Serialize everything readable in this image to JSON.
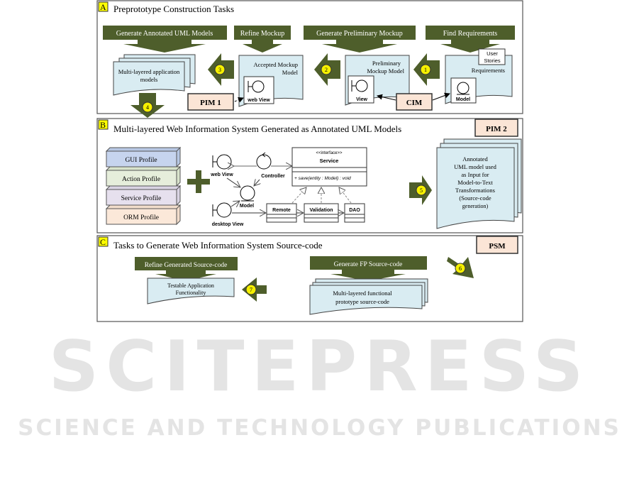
{
  "watermark": {
    "main": "SCITEPRESS",
    "sub": "SCIENCE AND TECHNOLOGY PUBLICATIONS"
  },
  "colors": {
    "task_green": "#4e5e2b",
    "doc_blue": "#d9ecf2",
    "step_yellow": "#f5f000",
    "box_peach": "#fbe5d6",
    "label_yellow": "#ffff00"
  },
  "panel_a": {
    "letter": "A",
    "title": "Preprototype Construction Tasks",
    "tasks": [
      "Generate Annotated UML Models",
      "Refine Mockup",
      "Generate Preliminary Mockup",
      "Find Requirements"
    ],
    "docs": {
      "multi_1": "Multi-layered application",
      "multi_2": "models",
      "accepted_1": "Accepted Mockup",
      "accepted_2": "Model",
      "prelim_1": "Preliminary",
      "prelim_2": "Mockup Model",
      "req": "Requirements",
      "user_stories_1": "User",
      "user_stories_2": "Stories"
    },
    "icons": {
      "web_view": "web View",
      "view": "View",
      "model": "Model"
    },
    "pim1": "PIM 1",
    "cim": "CIM",
    "steps": [
      "1",
      "2",
      "3",
      "4"
    ]
  },
  "panel_b": {
    "letter": "B",
    "title": "Multi-layered Web Information System Generated as Annotated UML Models",
    "pim2": "PIM 2",
    "profiles": [
      "GUI Profile",
      "Action Profile",
      "Service Profile",
      "ORM Profile"
    ],
    "uml": {
      "web_view": "web View",
      "controller": "Controller",
      "model": "Model",
      "desktop_view": "desktop View",
      "stereotype": "<<interface>>",
      "service": "Service",
      "operation": "+ save(entity : Model) : void",
      "remote": "Remote",
      "validation": "Validation",
      "dao": "DAO"
    },
    "step": "5",
    "output_doc": [
      "Annotated",
      "UML model used",
      "as Input for",
      "Model-to-Text",
      "Transformations",
      "(Source-code",
      "generation)"
    ]
  },
  "panel_c": {
    "letter": "C",
    "title": "Tasks to Generate Web Information System Source-code",
    "psm": "PSM",
    "tasks": [
      "Refine Generated Source-code",
      "Generate FP Source-code"
    ],
    "testable_1": "Testable Application",
    "testable_2": "Functionality",
    "fp_1": "Multi-layered functional",
    "fp_2": "prototype source-code",
    "steps": [
      "6",
      "7"
    ]
  }
}
